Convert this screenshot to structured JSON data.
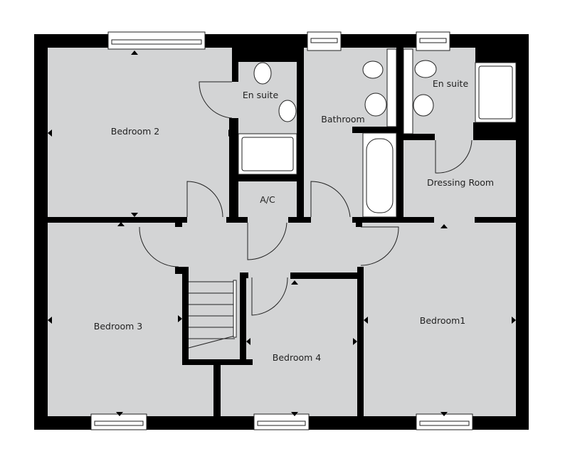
{
  "colors": {
    "wall": "#000000",
    "floor": "#d3d4d5",
    "fixture": "#ffffff"
  },
  "rooms": {
    "bedroom2": "Bedroom 2",
    "ensuite1": "En suite",
    "bathroom": "Bathroom",
    "ensuite2": "En suite",
    "ac": "A/C",
    "dressing": "Dressing Room",
    "bedroom3": "Bedroom 3",
    "bedroom4": "Bedroom 4",
    "bedroom1": "Bedroom1"
  }
}
